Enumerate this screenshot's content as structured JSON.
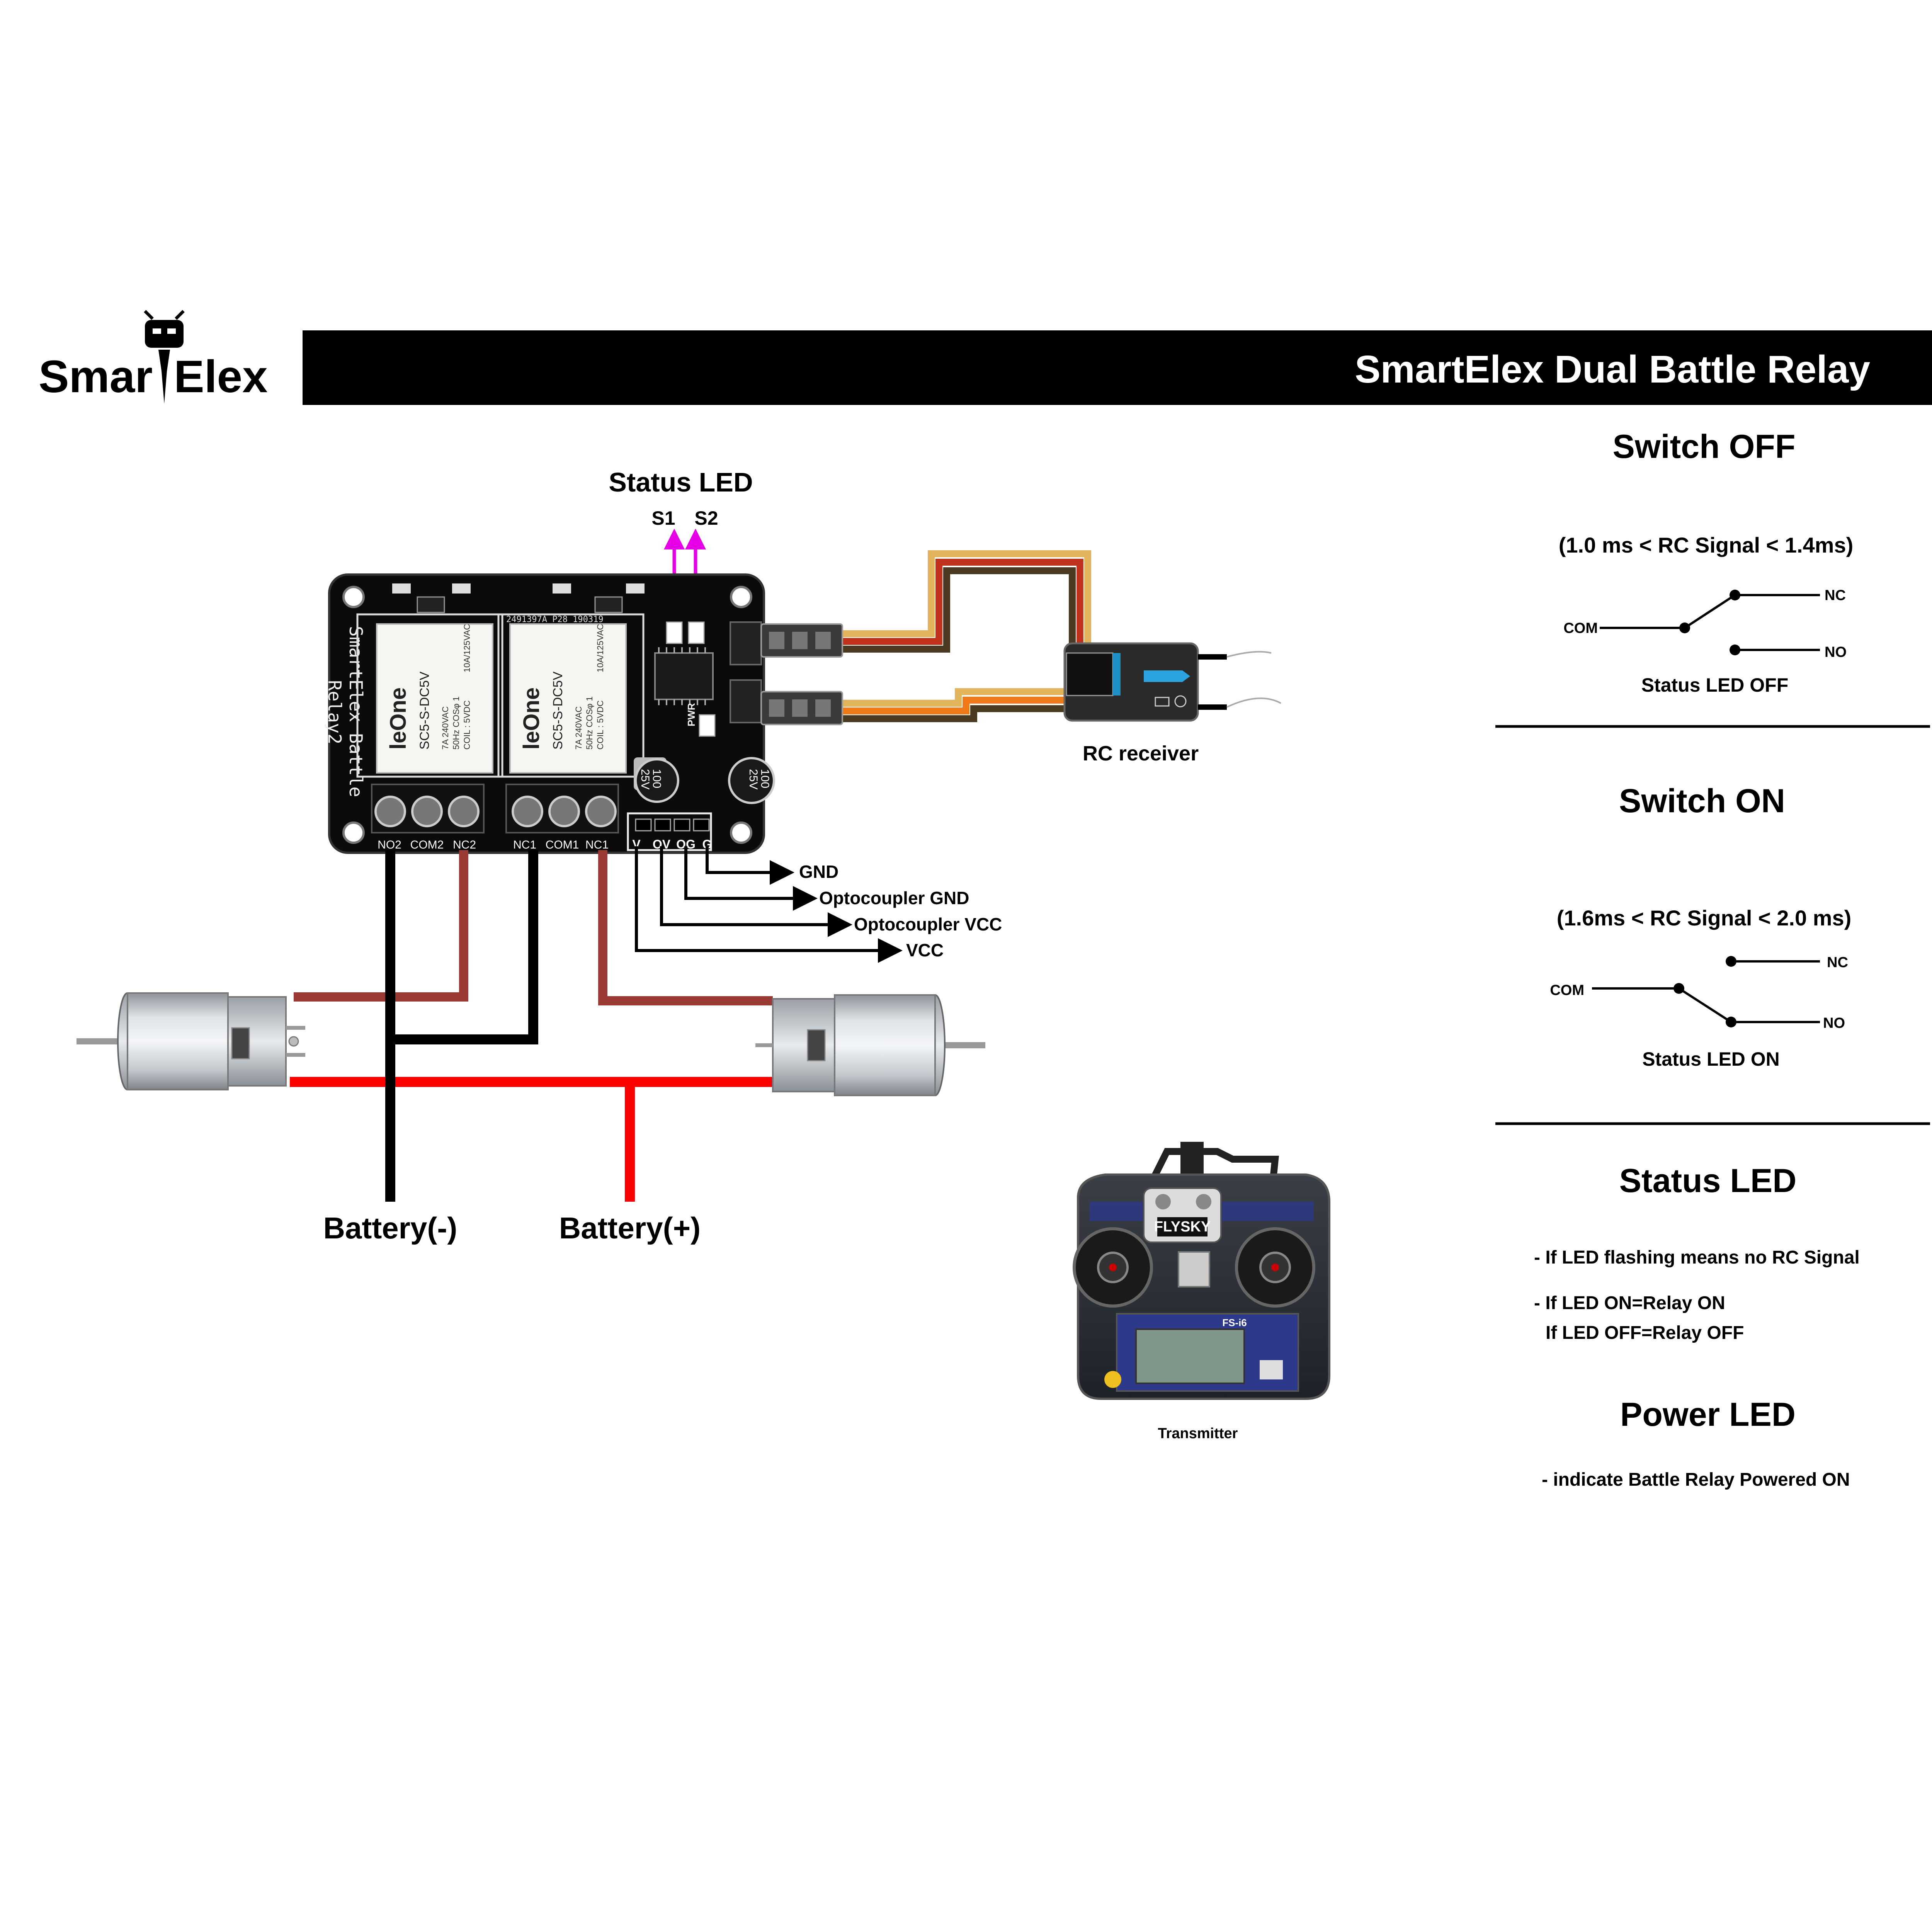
{
  "logo": {
    "text_left": "Smar",
    "text_right": "Elex"
  },
  "header": {
    "title": "SmartElex Dual Battle Relay"
  },
  "status_led": {
    "label": "Status LED",
    "s1": "S1",
    "s2": "S2"
  },
  "board": {
    "name_line1": "SmartElex Battle",
    "name_line2": "Relay2",
    "pcb_code": "2491397A_P28 190319",
    "pwr_label": "PWR",
    "relays": [
      {
        "brand": "leOne",
        "model": "SC5-S-DC5V",
        "rating1": "7A 240VAC",
        "rating2": "50Hz COSφ 1",
        "rating3": "COIL : 5VDC",
        "rating4": "10A/125VAC"
      },
      {
        "brand": "leOne",
        "model": "SC5-S-DC5V",
        "rating1": "7A 240VAC",
        "rating2": "50Hz COSφ 1",
        "rating3": "COIL : 5VDC",
        "rating4": "10A/125VAC"
      }
    ],
    "capacitors": [
      {
        "line1": "100",
        "line2": "25V"
      },
      {
        "line1": "100",
        "line2": "25V"
      }
    ],
    "terminal_labels": [
      "NO2",
      "COM2",
      "NC2",
      "NC1",
      "COM1",
      "NC1"
    ],
    "header_pins": [
      "V",
      "OV",
      "OG",
      "G"
    ]
  },
  "pin_callouts": [
    "GND",
    "Optocoupler  GND",
    "Optocoupler  VCC",
    "VCC"
  ],
  "rc_receiver": {
    "label": "RC receiver"
  },
  "battery": {
    "negative": "Battery(-)",
    "positive": "Battery(+)"
  },
  "transmitter": {
    "label": "Transmitter",
    "brand": "FLYSKY",
    "model": "FS-i6"
  },
  "switch_off": {
    "title": "Switch OFF",
    "condition": "(1.0 ms < RC Signal < 1.4ms)",
    "com": "COM",
    "nc": "NC",
    "no": "NO",
    "caption": "Status LED OFF"
  },
  "switch_on": {
    "title": "Switch ON",
    "condition": "(1.6ms < RC Signal < 2.0 ms)",
    "com": "COM",
    "nc": "NC",
    "no": "NO",
    "caption": "Status LED ON"
  },
  "status_led_info": {
    "title": "Status LED",
    "line1": "- If LED flashing means no RC Signal",
    "line2": "- If LED ON=Relay ON",
    "line3": "If LED OFF=Relay OFF"
  },
  "power_led_info": {
    "title": "Power LED",
    "line1": "- indicate Battle Relay Powered ON"
  },
  "colors": {
    "header_bg": "#000000",
    "led_arrow": "#e600e6",
    "wire_red": "#ff0000",
    "wire_brown": "#9a3a35",
    "wire_black": "#000000",
    "servo_orange": "#f07a1a",
    "servo_red": "#c0321c",
    "servo_brown": "#4a3a22",
    "servo_tan": "#e2b45c"
  }
}
